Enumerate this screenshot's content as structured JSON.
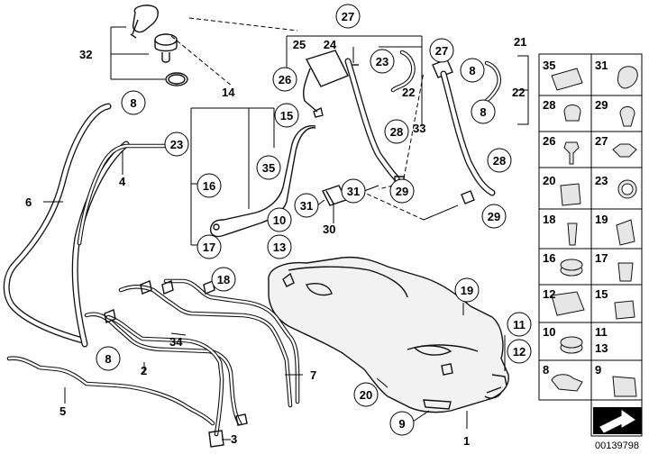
{
  "callouts": {
    "c32": "32",
    "c27a": "27",
    "c25": "25",
    "c24": "24",
    "c26": "26",
    "c23a": "23",
    "c22a": "22",
    "c27b": "27",
    "c21": "21",
    "c8a": "8",
    "c22b": "22",
    "c8b": "8",
    "c8c": "8",
    "c14": "14",
    "c15": "15",
    "c35": "35",
    "c23b": "23",
    "c4": "4",
    "c6": "6",
    "c16": "16",
    "c17": "17",
    "c10": "10",
    "c13": "13",
    "c28a": "28",
    "c33": "33",
    "c29a": "29",
    "c31a": "31",
    "c31b": "31",
    "c30": "30",
    "c28b": "28",
    "c29b": "29",
    "c18": "18",
    "c19": "19",
    "c34": "34",
    "c11": "11",
    "c12": "12",
    "c8d": "8",
    "c2": "2",
    "c7": "7",
    "c5": "5",
    "c20": "20",
    "c9": "9",
    "c1": "1",
    "c3": "3"
  },
  "parts_table": [
    {
      "left": "35",
      "right": "31"
    },
    {
      "left": "28",
      "right": "29"
    },
    {
      "left": "26",
      "right": "27"
    },
    {
      "left": "20",
      "right": "23"
    },
    {
      "left": "18",
      "right": "19"
    },
    {
      "left": "16",
      "right": "17"
    },
    {
      "left": "12",
      "right": "15"
    },
    {
      "left": "10",
      "right": "11"
    },
    {
      "left": "",
      "right": "13"
    },
    {
      "left": "8",
      "right": "9"
    }
  ],
  "diagram_id": "00139798"
}
